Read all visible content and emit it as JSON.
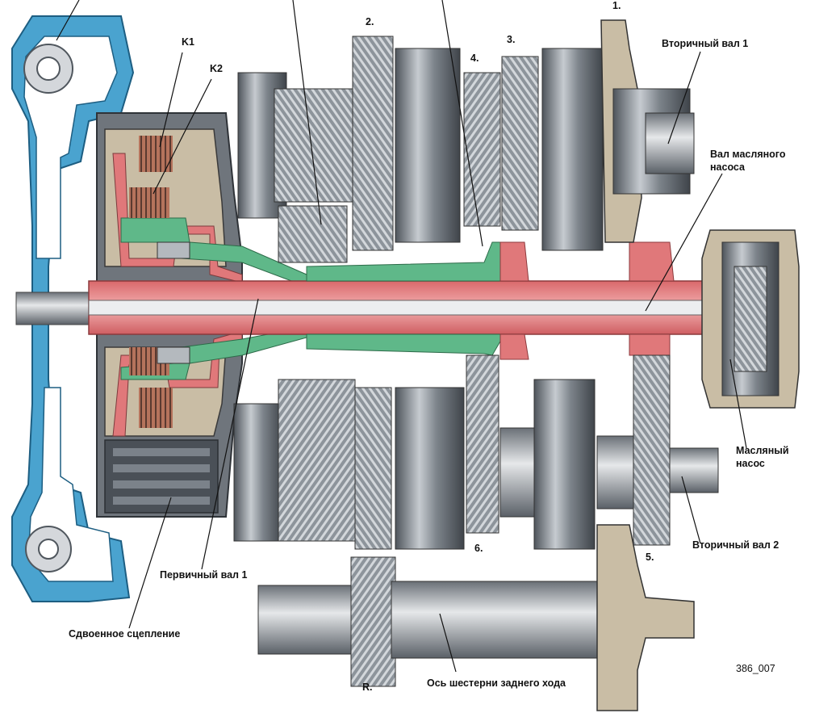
{
  "labels": {
    "k1": "K1",
    "k2": "K2",
    "n1": "1.",
    "n2": "2.",
    "n3": "3.",
    "n4": "4.",
    "n5": "5.",
    "n6": "6.",
    "nr": "R.",
    "output_shaft_1": "Вторичный вал 1",
    "oil_pump_shaft_line1": "Вал масляного",
    "oil_pump_shaft_line2": "насоса",
    "oil_pump_line1": "Масляный",
    "oil_pump_line2": "насос",
    "output_shaft_2": "Вторичный вал 2",
    "input_shaft_1": "Первичный вал 1",
    "dual_clutch": "Сдвоенное сцепление",
    "reverse_axle": "Ось шестерни заднего хода",
    "figure_ref": "386_007"
  },
  "colors": {
    "housing_blue": "#4aa3cf",
    "input_red": "#e0787a",
    "hollow_green": "#5fb889",
    "steel": "#9ea4ab",
    "dark_steel": "#5d636b",
    "housing_beige": "#c9bda5",
    "clutch_copper": "#b5735c"
  }
}
